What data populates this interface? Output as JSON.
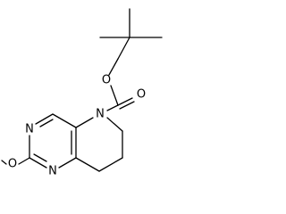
{
  "molecule": {
    "atom_labels": {
      "o_ester": "O",
      "o_carbonyl": "O",
      "n_ring": "N",
      "n_upper": "N",
      "n_lower": "N",
      "o_methoxy": "O"
    }
  },
  "colors": {
    "bond": "#000000",
    "label": "#000000",
    "background": "#ffffff"
  }
}
